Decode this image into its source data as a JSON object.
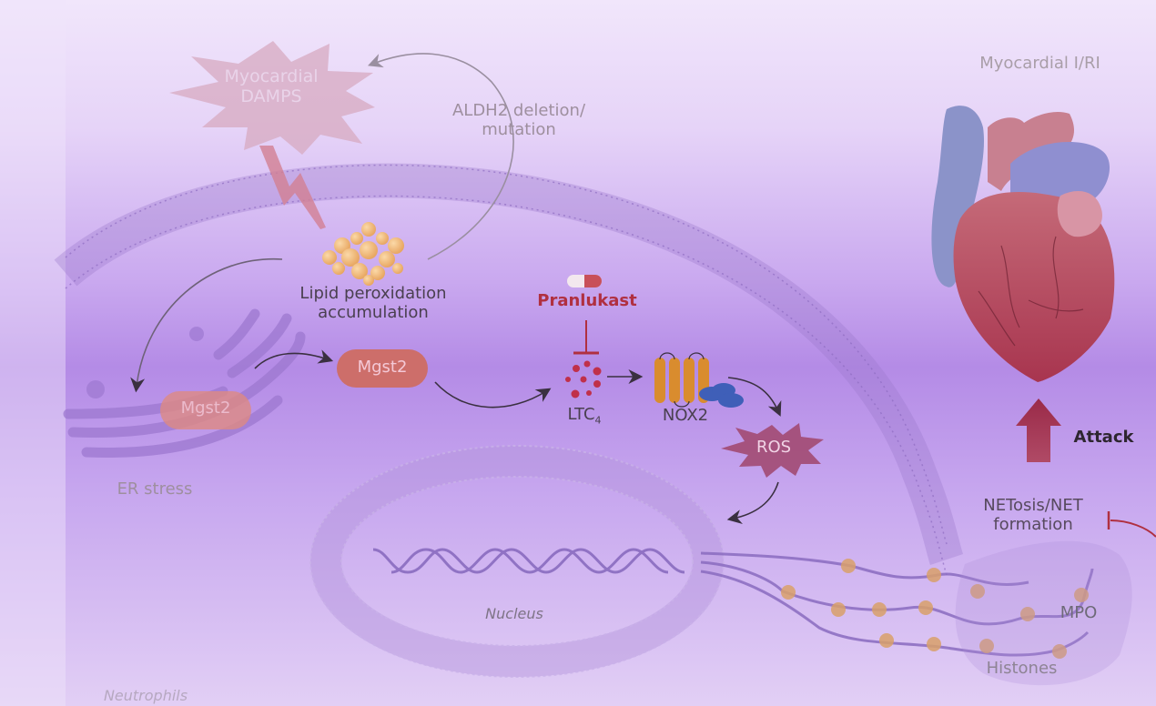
{
  "labels": {
    "damps_line1": "Myocardial",
    "damps_line2": "DAMPS",
    "aldh2_line1": "ALDH2 deletion/",
    "aldh2_line2": "mutation",
    "lipid_line1": "Lipid peroxidation",
    "lipid_line2": "accumulation",
    "mgst2_upper": "Mgst2",
    "mgst2_er": "Mgst2",
    "er_stress": "ER stress",
    "pranlukast": "Pranlukast",
    "ltc4_main": "LTC",
    "ltc4_sub": "4",
    "nox2": "NOX2",
    "ros": "ROS",
    "nucleus": "Nucleus",
    "neutrophils": "Neutrophils",
    "myocardial_iri": "Myocardial I/RI",
    "attack": "Attack",
    "netosis_line1": "NETosis/NET",
    "netosis_line2": "formation",
    "mpo": "MPO",
    "histones": "Histones"
  },
  "colors": {
    "inhibitor_red": "#b03040",
    "arrow_dark": "#3a3040",
    "membrane_purple": "#9a78cc",
    "dna_purple": "#8a6cc0",
    "histone_orange": "#d9a06a",
    "mgst2_red": "#cf6a5c",
    "ros_magenta": "#a24a72",
    "nox2_orange": "#d98c2e",
    "nox2_blue": "#3f5fb8",
    "attack_arrow": "#a0334f"
  }
}
